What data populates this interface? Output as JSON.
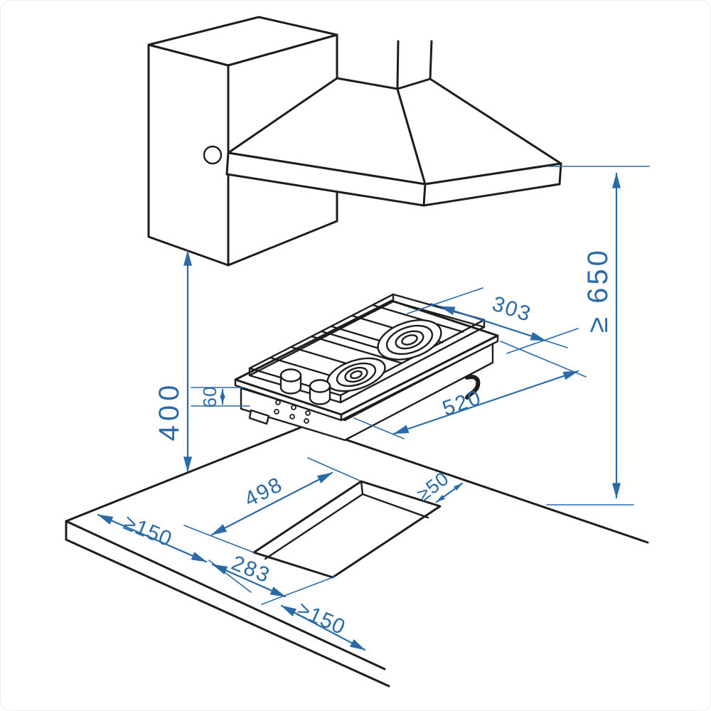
{
  "diagram_colors": {
    "line": "#1d1d1b",
    "dimension": "#2a6aa8",
    "background": "#ffffff"
  },
  "dims": {
    "hob_width": "303",
    "hood_clearance": "≥ 650",
    "cabinet_clearance": "400",
    "install_depth": "60",
    "hob_length": "520",
    "cutout_length": "498",
    "rear_clearance": "≥50",
    "left_clearance": "≥150",
    "cutout_width": "283",
    "front_clearance": "≥150"
  }
}
